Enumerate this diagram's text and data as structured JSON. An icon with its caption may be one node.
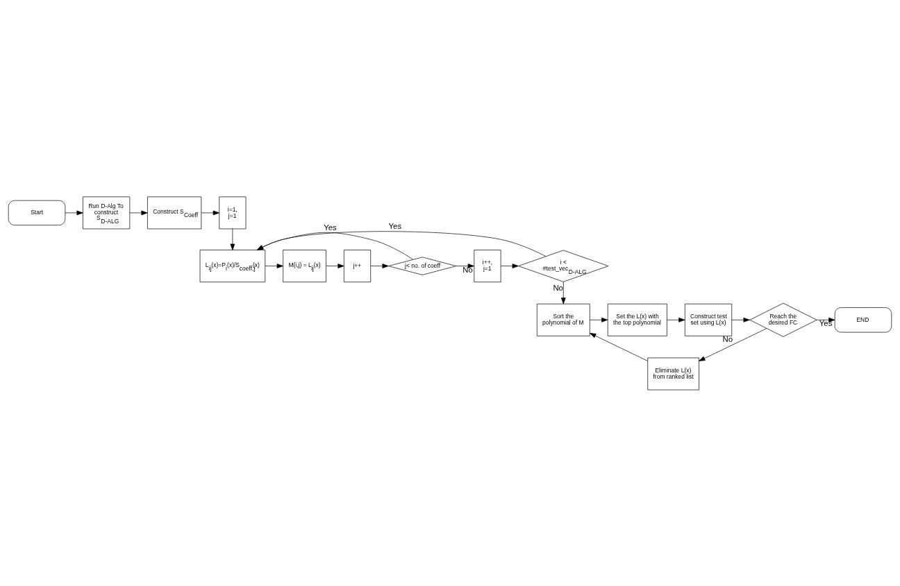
{
  "diagram": {
    "nodes": [
      {
        "text": [
          "Start"
        ]
      },
      {
        "text": [
          "Run D-Alg To construct S$_{D-ALG}$"
        ]
      },
      {
        "text": [
          "Construct S$_{Coeff}$"
        ]
      },
      {
        "text": [
          "i=1, j=1"
        ]
      },
      {
        "text": [
          "L$_{ij}$(x)=P$_{i}$(x)/S$_{coeff,j}$(x)"
        ]
      },
      {
        "text": [
          "M(i,j) = L$_{ij}$(x)"
        ]
      },
      {
        "text": [
          "j++"
        ]
      },
      {
        "text": [
          "j< no. of coeff"
        ]
      },
      {
        "text": [
          "i++, j=1"
        ]
      },
      {
        "text": [
          "i < #test_vec$_{D-ALG}$"
        ]
      },
      {
        "text": [
          "Sort the polynomial of M"
        ]
      },
      {
        "text": [
          "Set the L(x) with the top polynomial"
        ]
      },
      {
        "text": [
          "Construct test set using L(x)"
        ]
      },
      {
        "text": [
          "Reach the desired FC"
        ]
      },
      {
        "text": [
          "END"
        ]
      },
      {
        "text": [
          "Eliminate L(x) from ranked list"
        ]
      }
    ],
    "edges": [
      {
        "from": 0,
        "to": 1,
        "arrow": "to"
      },
      {
        "from": 1,
        "to": 2,
        "arrow": "to"
      },
      {
        "from": 2,
        "to": 3,
        "arrow": "to"
      },
      {
        "from": 3,
        "to": 4,
        "arrow": "to"
      },
      {
        "from": 4,
        "to": 5,
        "arrow": "to"
      },
      {
        "from": 5,
        "to": 6,
        "arrow": "to"
      },
      {
        "from": 6,
        "to": 7,
        "arrow": "to"
      },
      {
        "from": 7,
        "to": 8,
        "arrow": "to",
        "label": "No"
      },
      {
        "from": 8,
        "to": 9,
        "arrow": "to"
      },
      {
        "from": 7,
        "to": 4,
        "arrow": "to",
        "label": "Yes"
      },
      {
        "from": 9,
        "to": 4,
        "arrow": "to",
        "label": "Yes"
      },
      {
        "from": 9,
        "to": 10,
        "arrow": "to",
        "label": "No"
      },
      {
        "from": 10,
        "to": 11,
        "arrow": "to"
      },
      {
        "from": 11,
        "to": 12,
        "arrow": "to"
      },
      {
        "from": 12,
        "to": 13,
        "arrow": "to"
      },
      {
        "from": 13,
        "to": 14,
        "arrow": "to",
        "label": "Yes"
      },
      {
        "from": 13,
        "to": 15,
        "arrow": "to",
        "label": "No"
      },
      {
        "from": 15,
        "to": 10,
        "arrow": "to"
      }
    ]
  }
}
